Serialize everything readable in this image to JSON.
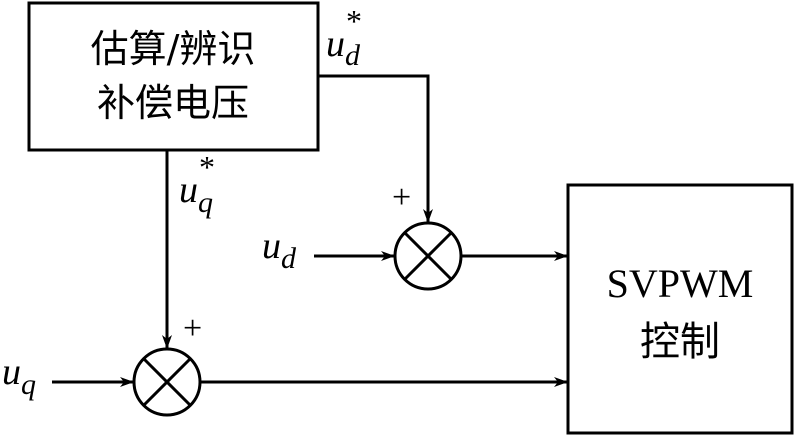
{
  "estimator_block": {
    "line1": "估算/辨识",
    "line2": "补偿电压"
  },
  "svpwm_block": {
    "line1": "SVPWM",
    "line2": "控制"
  },
  "signals": {
    "ud_star": {
      "base": "u",
      "sub": "d",
      "sup": "*"
    },
    "uq_star": {
      "base": "u",
      "sub": "q",
      "sup": "*"
    },
    "ud": {
      "base": "u",
      "sub": "d"
    },
    "uq": {
      "base": "u",
      "sub": "q"
    }
  },
  "signs": {
    "upper_sum_plus": "+",
    "lower_sum_plus": "+"
  }
}
